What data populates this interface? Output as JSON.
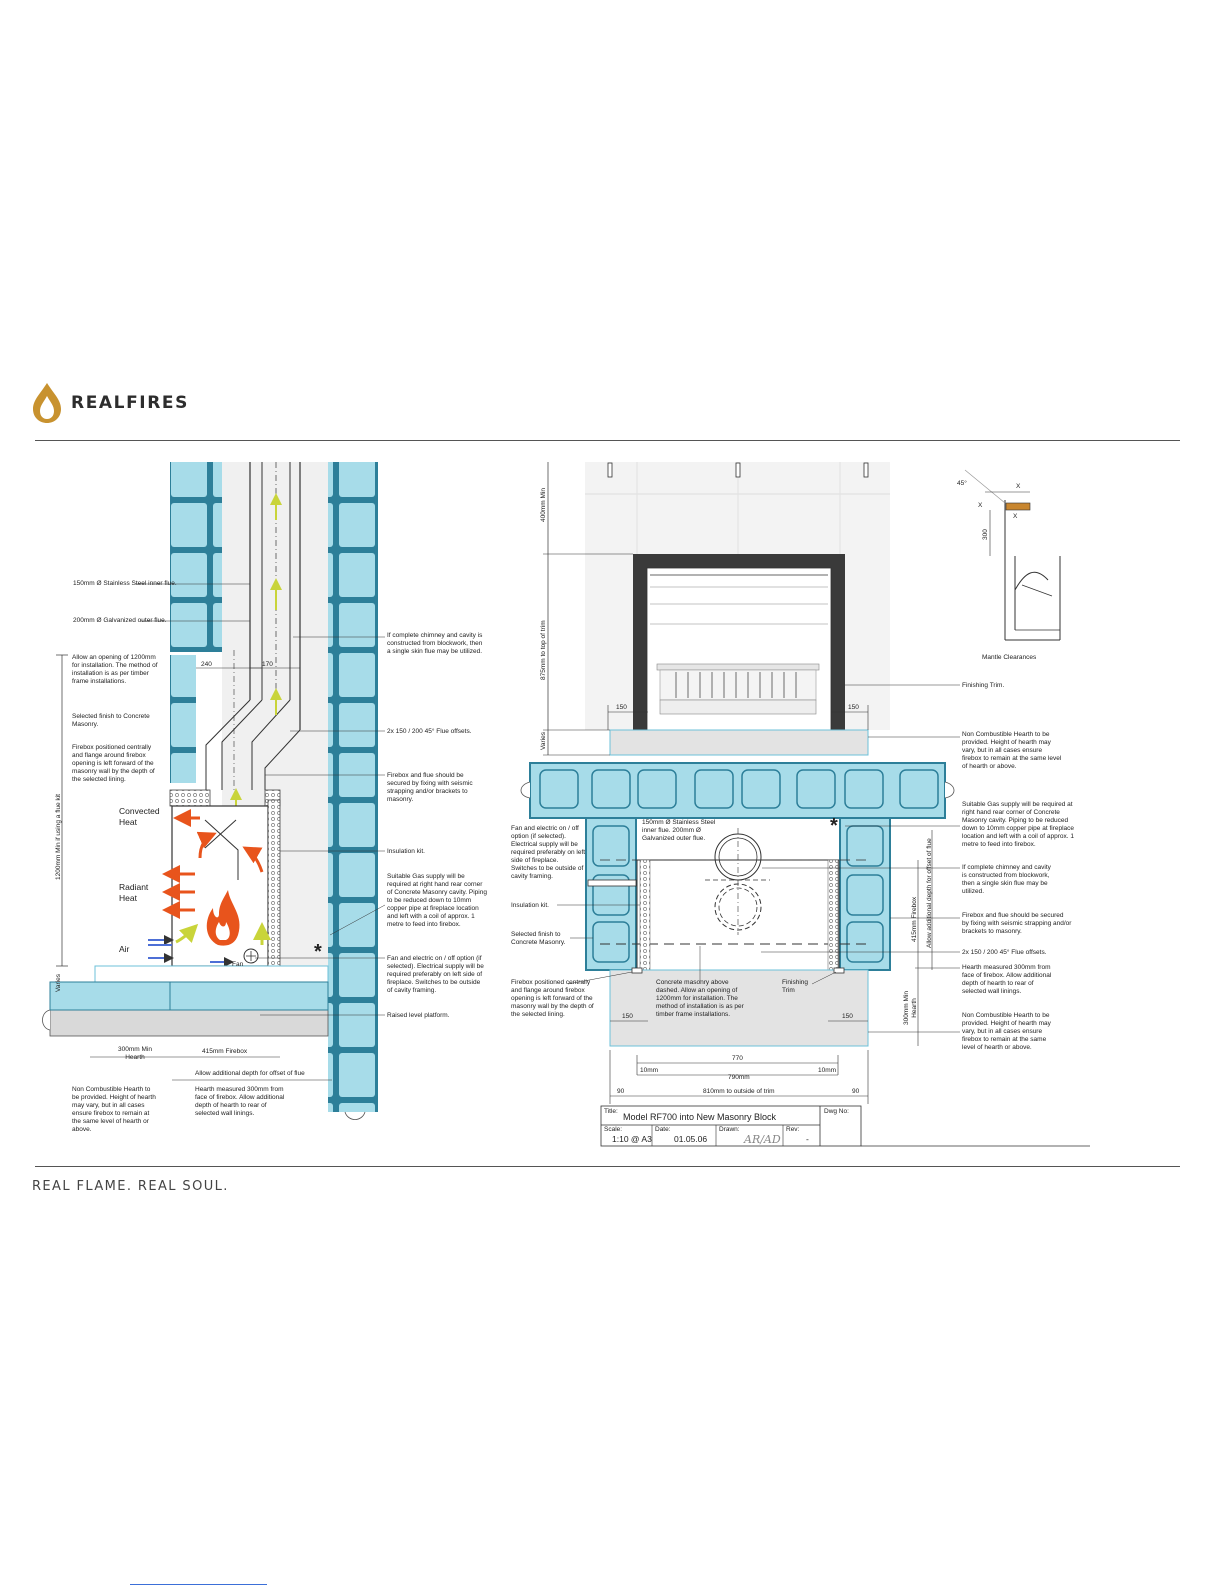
{
  "brand": {
    "name": "REALFIRES",
    "tagline": "REAL FLAME. REAL SOUL.",
    "accent": "#c8922f"
  },
  "colors": {
    "block": "#a7dce9",
    "block_dark": "#2d7f99",
    "gray": "#d9d9d9",
    "flame": "#e8541c",
    "arrow_yellow": "#c9d43a"
  },
  "section": {
    "flue_inner": "150mm Ø Stainless Steel inner flue.",
    "flue_outer": "200mm Ø Galvanized outer flue.",
    "opening": "Allow an opening of 1200mm for installation. The method of installation is as per timber frame installations.",
    "finish": "Selected finish to Concrete Masonry.",
    "firebox_pos": "Firebox positioned centrally and flange around firebox opening is left forward of the masonry wall by the depth of the selected lining.",
    "dim_240": "240",
    "dim_170": "170",
    "dim_1200": "1200mm Min if using a flue kit",
    "varies": "Varies",
    "convected_1": "Convected",
    "convected_2": "Heat",
    "radiant_1": "Radiant",
    "radiant_2": "Heat",
    "air": "Air",
    "fan": "Fan",
    "chimney_note": "If complete chimney and cavity is constructed from blockwork, then a single skin flue may be utilized.",
    "offsets": "2x 150 / 200 45° Flue offsets.",
    "seismic": "Firebox and flue should be secured by fixing with seismic strapping and/or brackets to masonry.",
    "insulation": "Insulation kit.",
    "gas": "Suitable Gas supply will be required at right hand rear corner of Concrete Masonry cavity. Piping to be reduced down to 10mm copper pipe at fireplace location and left with a coil of approx. 1 metre to feed into firebox.",
    "electric": "Fan and electric on / off option (if selected). Electrical supply will be required preferably on left side of fireplace. Switches to be outside of cavity framing.",
    "platform": "Raised level platform.",
    "hearth_min": "300mm Min Hearth",
    "firebox_415": "415mm Firebox",
    "allow_depth": "Allow additional depth for offset of flue",
    "non_comb": "Non Combustible Hearth to be provided. Height of hearth may vary, but in all cases ensure firebox to remain at the same level of hearth or above.",
    "hearth_measured": "Hearth measured 300mm from face of firebox. Allow additional depth of hearth to rear of selected wall linings.",
    "asterisk": "*"
  },
  "elevation": {
    "min_400": "400mm Min",
    "trim_875": "875mm to top of trim",
    "varies": "Varies",
    "dim_150_l": "150",
    "dim_150_r": "150",
    "finishing_trim": "Finishing Trim.",
    "non_comb": "Non Combustible Hearth to be provided. Height of hearth may vary, but in all cases ensure firebox to remain at the same level of hearth or above."
  },
  "plan": {
    "electric": "Fan and electric on / off option (if selected). Electrical supply will be required preferably on left side of fireplace. Switches to be outside of cavity framing.",
    "flue": "150mm Ø Stainless Steel inner flue. 200mm Ø Galvanized outer flue.",
    "insulation": "Insulation kit.",
    "finish": "Selected finish to Concrete Masonry.",
    "firebox_pos": "Firebox positioned centrally and flange around firebox opening is left forward of the masonry wall by the depth of the selected lining.",
    "masonry_above": "Concrete masonry above dashed. Allow an opening of 1200mm for installation. The method of installation is as per timber frame installations.",
    "finishing_trim": "Finishing Trim",
    "gas": "Suitable Gas supply will be required at right hand rear corner of Concrete Masonry cavity. Piping to be reduced down to 10mm copper pipe at fireplace location and left with a coil of approx. 1 metre to feed into firebox.",
    "chimney": "If complete chimney and cavity is constructed from blockwork, then a single skin flue may be utilized.",
    "seismic": "Firebox and flue should be secured by fixing with seismic strapping and/or brackets to masonry.",
    "offsets": "2x 150 / 200 45° Flue offsets.",
    "hearth_measured": "Hearth measured 300mm from face of firebox. Allow additional depth of hearth to rear of selected wall linings.",
    "non_comb": "Non Combustible Hearth to be provided. Height of hearth may vary, but in all cases ensure firebox to remain at the same level of hearth or above.",
    "firebox_415": "415mm Firebox",
    "allow_depth": "Allow additional depth for offset of flue",
    "hearth_min": "300mm Min Hearth",
    "dim_150_l": "150",
    "dim_150_r": "150",
    "dim_770": "770",
    "dim_10_l": "10mm",
    "dim_10_r": "10mm",
    "dim_790": "790mm",
    "dim_90_l": "90",
    "dim_90_r": "90",
    "dim_810": "810mm to outside of trim",
    "asterisk": "*"
  },
  "mantle": {
    "angle": "45°",
    "x1": "X",
    "x2": "X",
    "x3": "X",
    "dim_300": "300",
    "caption": "Mantle Clearances"
  },
  "title_block": {
    "title_label": "Title:",
    "title": "Model RF700 into New Masonry Block",
    "dwg_label": "Dwg No:",
    "scale_label": "Scale:",
    "scale": "1:10 @ A3",
    "date_label": "Date:",
    "date": "01.05.06",
    "drawn_label": "Drawn:",
    "drawn": "AR/AD",
    "rev_label": "Rev:",
    "rev": "-"
  }
}
